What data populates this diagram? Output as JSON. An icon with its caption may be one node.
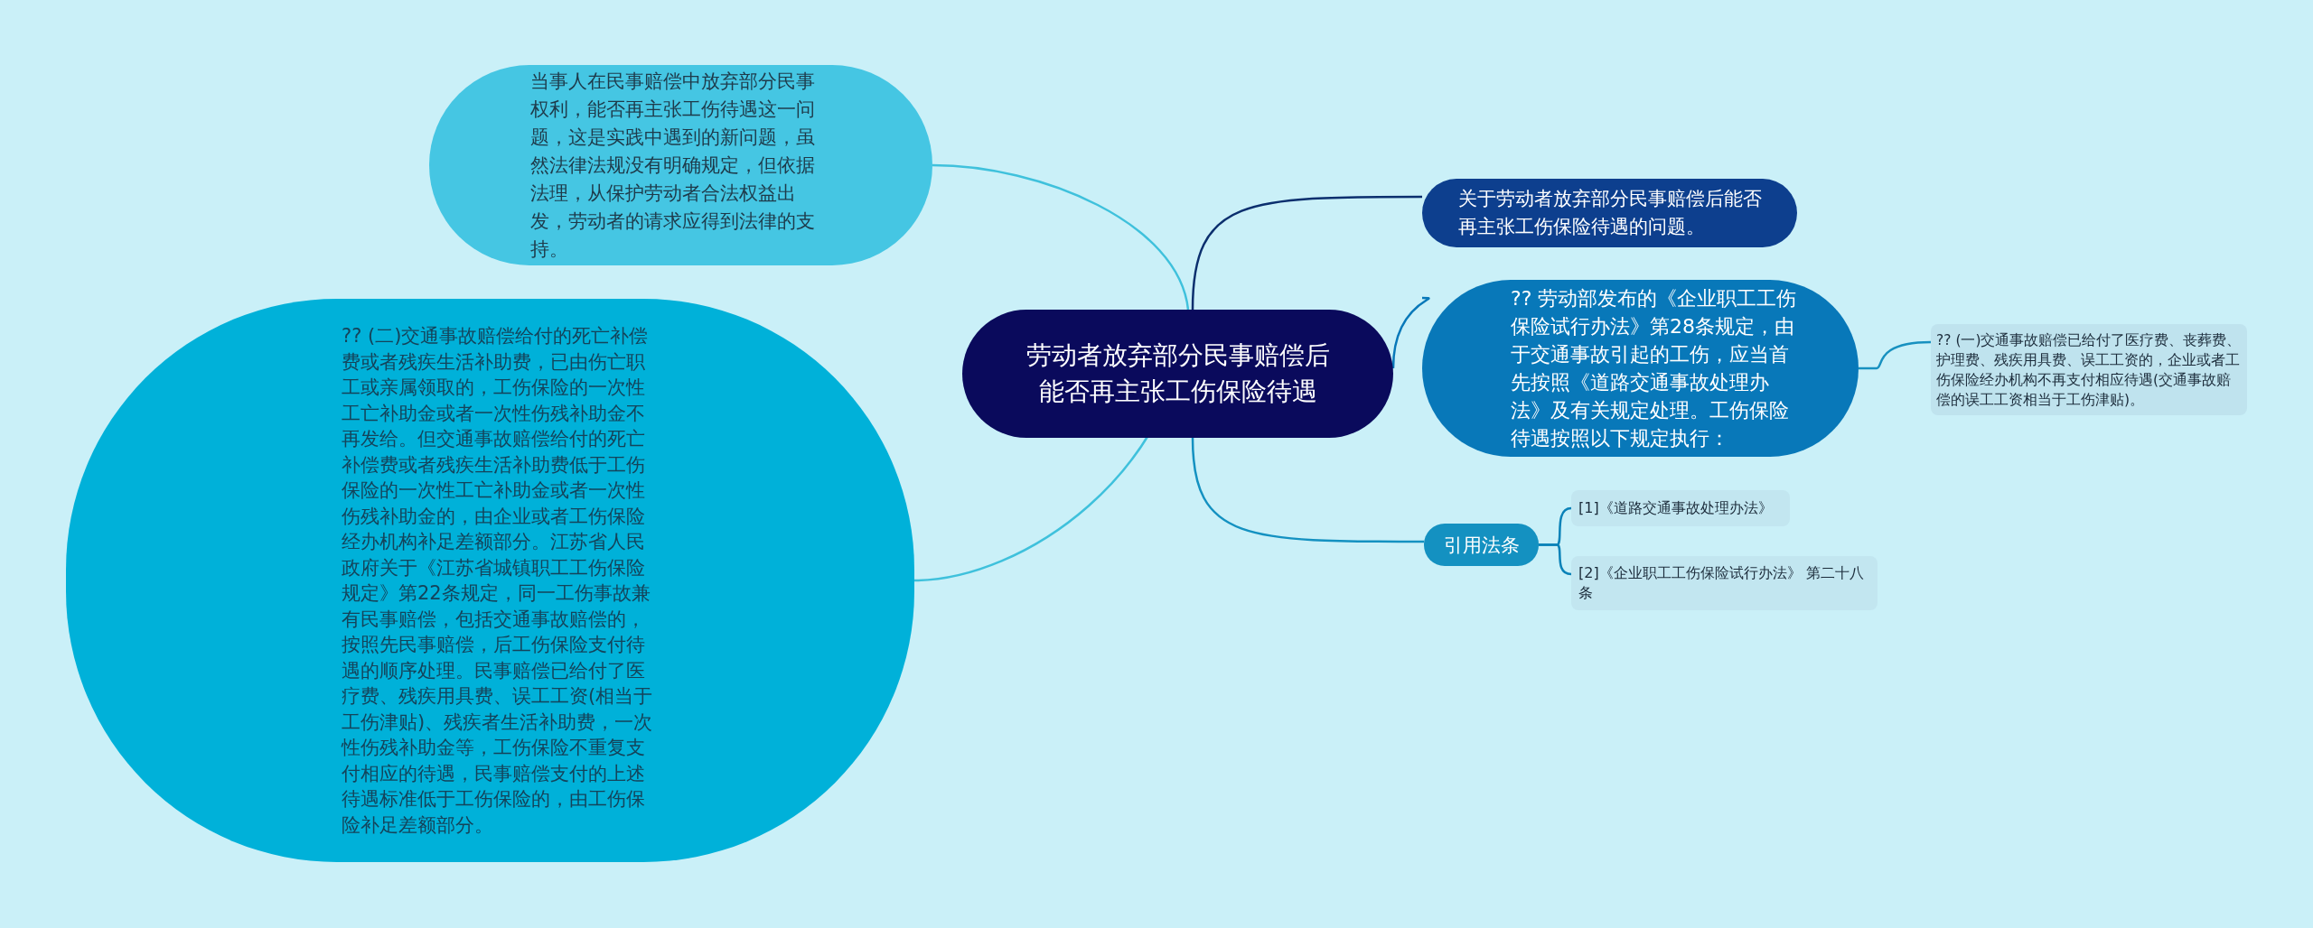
{
  "diagram": {
    "nodes": [
      {
        "text": [
          "劳动者放弃部分民事赔偿后能否再主张工伤保险待遇"
        ]
      },
      {
        "text": [
          "当事人在民事赔偿中放弃部分民事权利，能否再主张工伤待遇这一问题，这是实践中遇到的新问题，虽然法律法规没有明确规定，但依据法理，从保护劳动者合法权益出发，劳动者的请求应得到法律的支持。"
        ]
      },
      {
        "text": [
          "?? (二)交通事故赔偿给付的死亡补偿费或者残疾生活补助费，已由伤亡职工或亲属领取的，工伤保险的一次性工亡补助金或者一次性伤残补助金不再发给。但交通事故赔偿给付的死亡补偿费或者残疾生活补助费低于工伤保险的一次性工亡补助金或者一次性伤残补助金的，由企业或者工伤保险经办机构补足差额部分。江苏省人民政府关于《江苏省城镇职工工伤保险规定》第22条规定，同一工伤事故兼有民事赔偿，包括交通事故赔偿的，按照先民事赔偿，后工伤保险支付待遇的顺序处理。民事赔偿已给付了医疗费、残疾用具费、误工工资(相当于工伤津贴)、残疾者生活补助费，一次性伤残补助金等，工伤保险不重复支付相应的待遇，民事赔偿支付的上述待遇标准低于工伤保险的，由工伤保险补足差额部分。"
        ]
      },
      {
        "text": [
          "关于劳动者放弃部分民事赔偿后能否再主张工伤保险待遇的问题。"
        ]
      },
      {
        "text": [
          "?? 劳动部发布的《企业职工工伤保险试行办法》第28条规定，由于交通事故引起的工伤，应当首先按照《道路交通事故处理办法》及有关规定处理。工伤保险待遇按照以下规定执行："
        ]
      },
      {
        "text": [
          "?? (一)交通事故赔偿已给付了医疗费、丧葬费、护理费、残疾用具费、误工工资的，企业或者工伤保险经办机构不再支付相应待遇(交通事故赔偿的误工工资相当于工伤津贴)。"
        ]
      },
      {
        "text": [
          "引用法条"
        ]
      },
      {
        "text": [
          "[1]《道路交通事故处理办法》"
        ]
      },
      {
        "text": [
          "[2]《企业职工工伤保险试行办法》 第二十八条"
        ]
      }
    ],
    "edges": [
      {
        "from": 0,
        "to": 1,
        "arrow": "none",
        "color": "#3fc1dc"
      },
      {
        "from": 0,
        "to": 2,
        "arrow": "none",
        "color": "#3fc1dc"
      },
      {
        "from": 0,
        "to": 3,
        "arrow": "none",
        "color": "#0b2f6e"
      },
      {
        "from": 0,
        "to": 4,
        "arrow": "none"
      },
      {
        "from": 4,
        "to": 5,
        "arrow": "none"
      },
      {
        "from": 0,
        "to": 6,
        "arrow": "none"
      },
      {
        "from": 6,
        "to": 7,
        "arrow": "none"
      },
      {
        "from": 6,
        "to": 8,
        "arrow": "none"
      }
    ]
  }
}
